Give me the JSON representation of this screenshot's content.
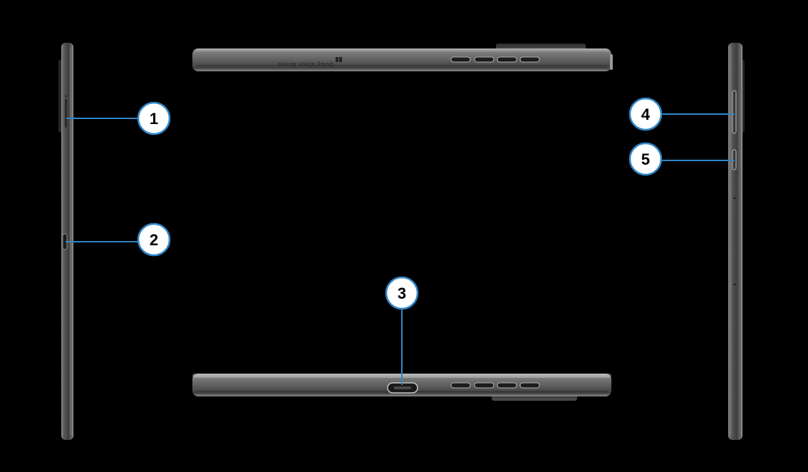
{
  "device": {
    "top_edge_branding": "Dolby Vision Atmos"
  },
  "callouts": [
    {
      "number": "1"
    },
    {
      "number": "2"
    },
    {
      "number": "3"
    },
    {
      "number": "4"
    },
    {
      "number": "5"
    }
  ],
  "colors": {
    "background": "#000000",
    "body_light": "#8a8a8a",
    "body_dark": "#3c3c3c",
    "callout_border": "#2f86c8",
    "callout_fill": "#ffffff",
    "leader_line": "#2f86c8"
  }
}
